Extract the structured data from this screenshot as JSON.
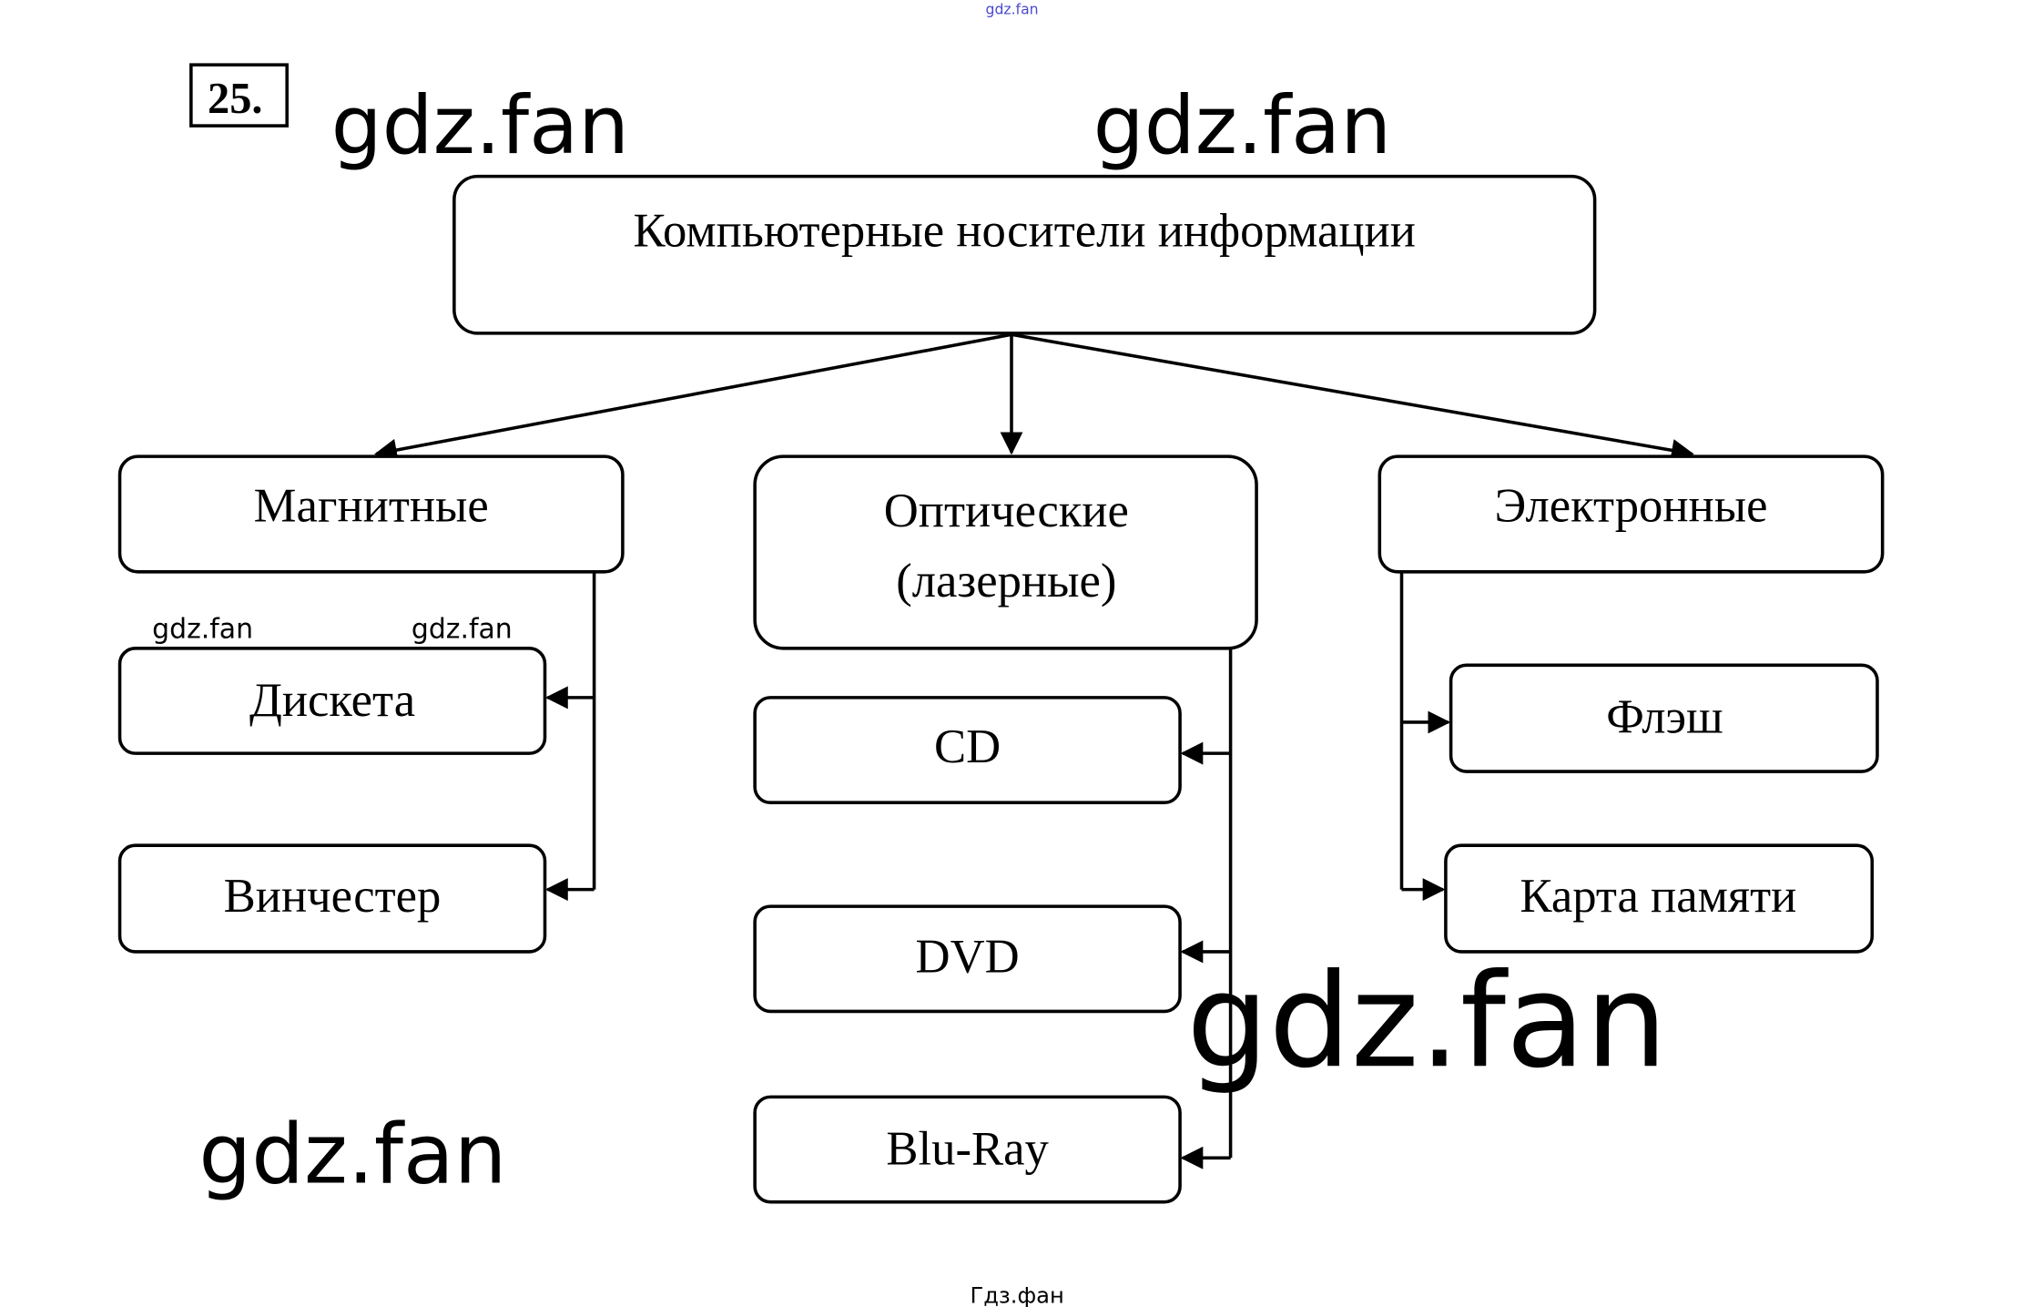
{
  "task_number": "25.",
  "root": {
    "label": "Компьютерные носители информации"
  },
  "categories": [
    {
      "label": "Магнитные",
      "items": [
        "Дискета",
        "Винчестер"
      ]
    },
    {
      "label_line1": "Оптические",
      "label_line2": "(лазерные)",
      "items": [
        "CD",
        "DVD",
        "Blu-Ray"
      ]
    },
    {
      "label": "Электронные",
      "items": [
        "Флэш",
        "Карта памяти"
      ]
    }
  ],
  "watermarks": {
    "main": "gdz.fan",
    "footer": "Гдз.фан"
  }
}
